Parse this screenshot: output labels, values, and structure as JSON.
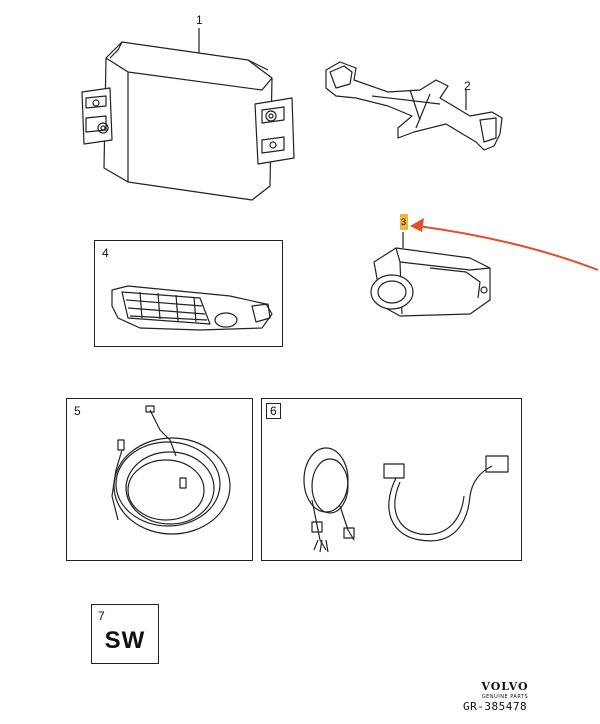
{
  "callouts": {
    "c1": "1",
    "c2": "2",
    "c3": "3",
    "c4": "4",
    "c5": "5",
    "c6": "6",
    "c7": "7"
  },
  "sw_label": "SW",
  "brand": {
    "name": "VOLVO",
    "sub": "GENUINE PARTS"
  },
  "reference": "GR-385478",
  "colors": {
    "line": "#222222",
    "highlight": "#f4b43a",
    "arrow": "#e0502a"
  }
}
